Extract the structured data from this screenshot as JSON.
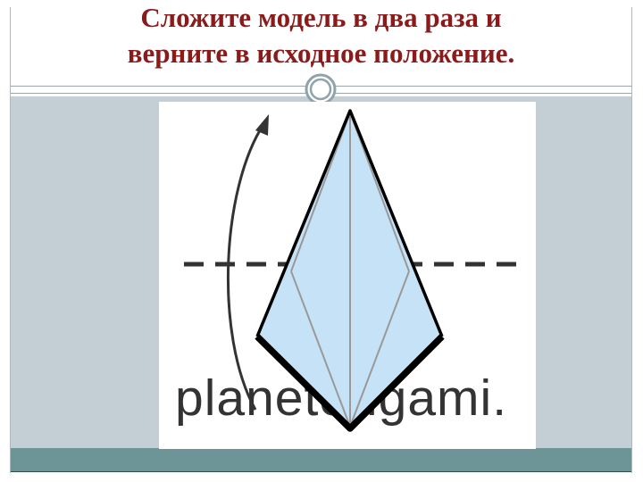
{
  "slide": {
    "title_line1": "Сложите модель в два раза и",
    "title_line2": "верните в исходное положение.",
    "illustration": {
      "watermark_text": "planetorigami.",
      "shape_fill": "#c6e2f7",
      "outline_color": "#000000",
      "crease_color": "#999999",
      "icon": "folding-arrow-icon"
    }
  },
  "colors": {
    "title": "#8b1a1a",
    "content_band": "#c3cfd5",
    "footer_band": "#6d9496",
    "frame": "#b0b8bc"
  }
}
